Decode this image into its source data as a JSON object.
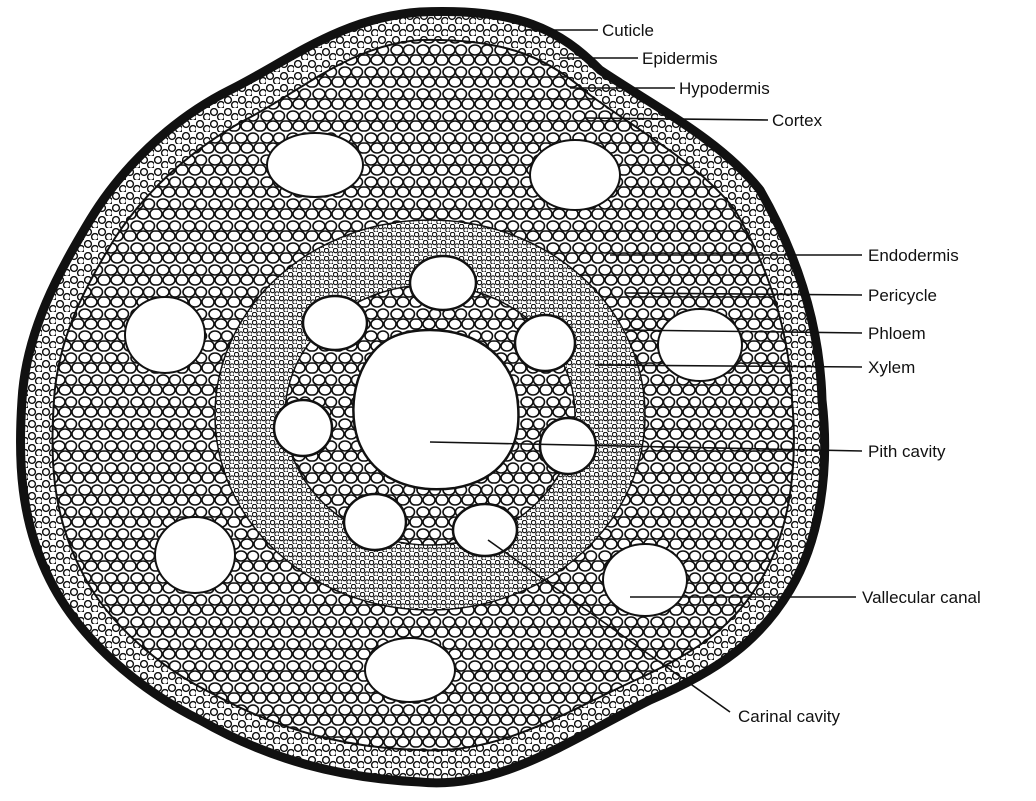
{
  "diagram": {
    "labels": [
      "Cuticle",
      "Epidermis",
      "Hypodermis",
      "Cortex",
      "Endodermis",
      "Pericycle",
      "Phloem",
      "Xylem",
      "Pith cavity",
      "Vallecular canal",
      "Carinal cavity"
    ]
  },
  "colors": {
    "ink": "#111111",
    "background": "#ffffff"
  }
}
